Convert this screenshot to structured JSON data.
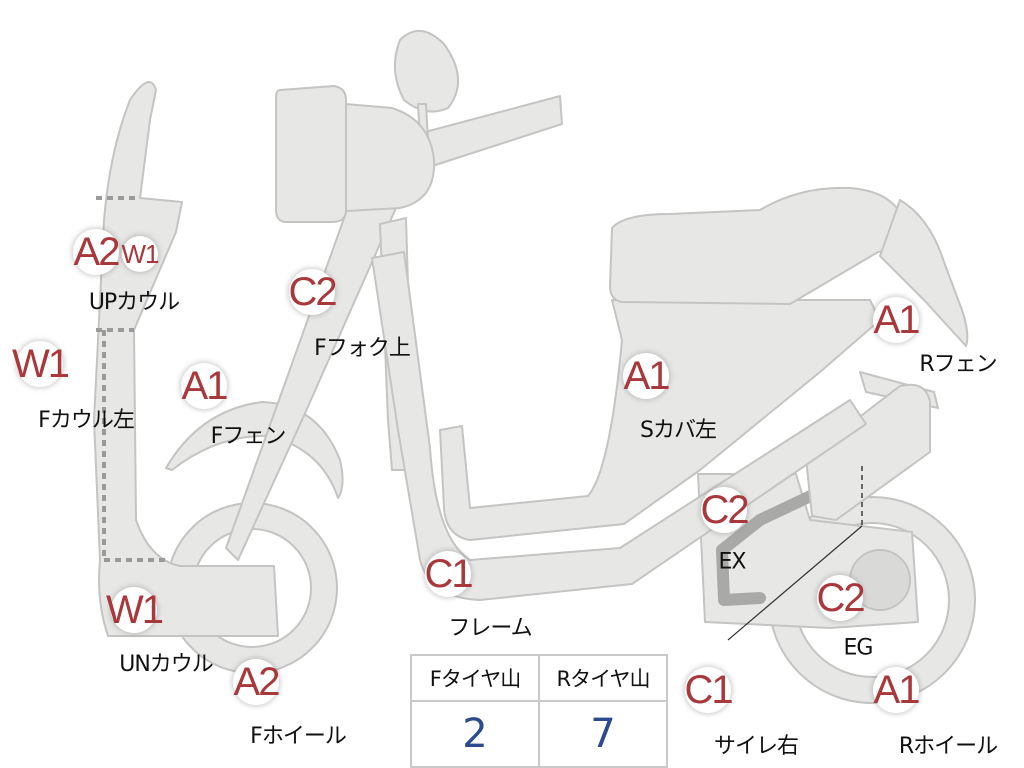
{
  "parts": [
    {
      "id": "up-cowl",
      "rank": "A2",
      "label": "UPカウル"
    },
    {
      "id": "up-cowl-sub",
      "rank": "W1",
      "label": ""
    },
    {
      "id": "f-cowl-left",
      "rank": "W1",
      "label": "Fカウル左"
    },
    {
      "id": "f-fork-upper",
      "rank": "C2",
      "label": "Fフォク上"
    },
    {
      "id": "f-fender",
      "rank": "A1",
      "label": "Fフェン"
    },
    {
      "id": "s-cover-left",
      "rank": "A1",
      "label": "Sカバ左"
    },
    {
      "id": "r-fender",
      "rank": "A1",
      "label": "Rフェン"
    },
    {
      "id": "exhaust",
      "rank": "C2",
      "label": "EX"
    },
    {
      "id": "frame",
      "rank": "C1",
      "label": "フレーム"
    },
    {
      "id": "engine",
      "rank": "C2",
      "label": "EG"
    },
    {
      "id": "un-cowl",
      "rank": "W1",
      "label": "UNカウル"
    },
    {
      "id": "f-wheel",
      "rank": "A2",
      "label": "Fホイール"
    },
    {
      "id": "silencer-r",
      "rank": "C1",
      "label": "サイレ右"
    },
    {
      "id": "r-wheel",
      "rank": "A1",
      "label": "Rホイール"
    }
  ],
  "tire_tread": {
    "headers": [
      "Fタイヤ山",
      "Rタイヤ山"
    ],
    "values": [
      "2",
      "7"
    ]
  }
}
